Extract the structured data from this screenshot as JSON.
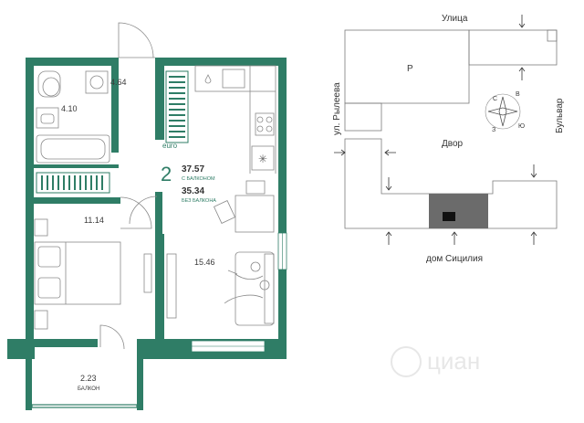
{
  "rooms": {
    "bathroom": "4.10",
    "hall": "4.64",
    "bedroom": "11.14",
    "living": "15.46",
    "balcony_area": "2.23",
    "balcony_label": "БАЛКОН"
  },
  "summary": {
    "type_label": "euro",
    "rooms_count": "2",
    "area_with_balcony": "37.57",
    "with_balcony_label": "С БАЛКОНОМ",
    "area_without_balcony": "35.34",
    "without_balcony_label": "БЕЗ БАЛКОНА"
  },
  "map": {
    "street_top": "Улица",
    "street_left": "ул. Рылеева",
    "boulevard": "Бульвар",
    "courtyard": "Двор",
    "parking_letter": "P",
    "building_label": "дом Сицилия",
    "compass": {
      "n": "С",
      "e": "В",
      "s": "Ю",
      "w": "З"
    }
  },
  "watermark": "циан",
  "colors": {
    "wall": "#2f7d66",
    "highlight": "#6b6b6b",
    "accent_text": "#2f7d66"
  }
}
